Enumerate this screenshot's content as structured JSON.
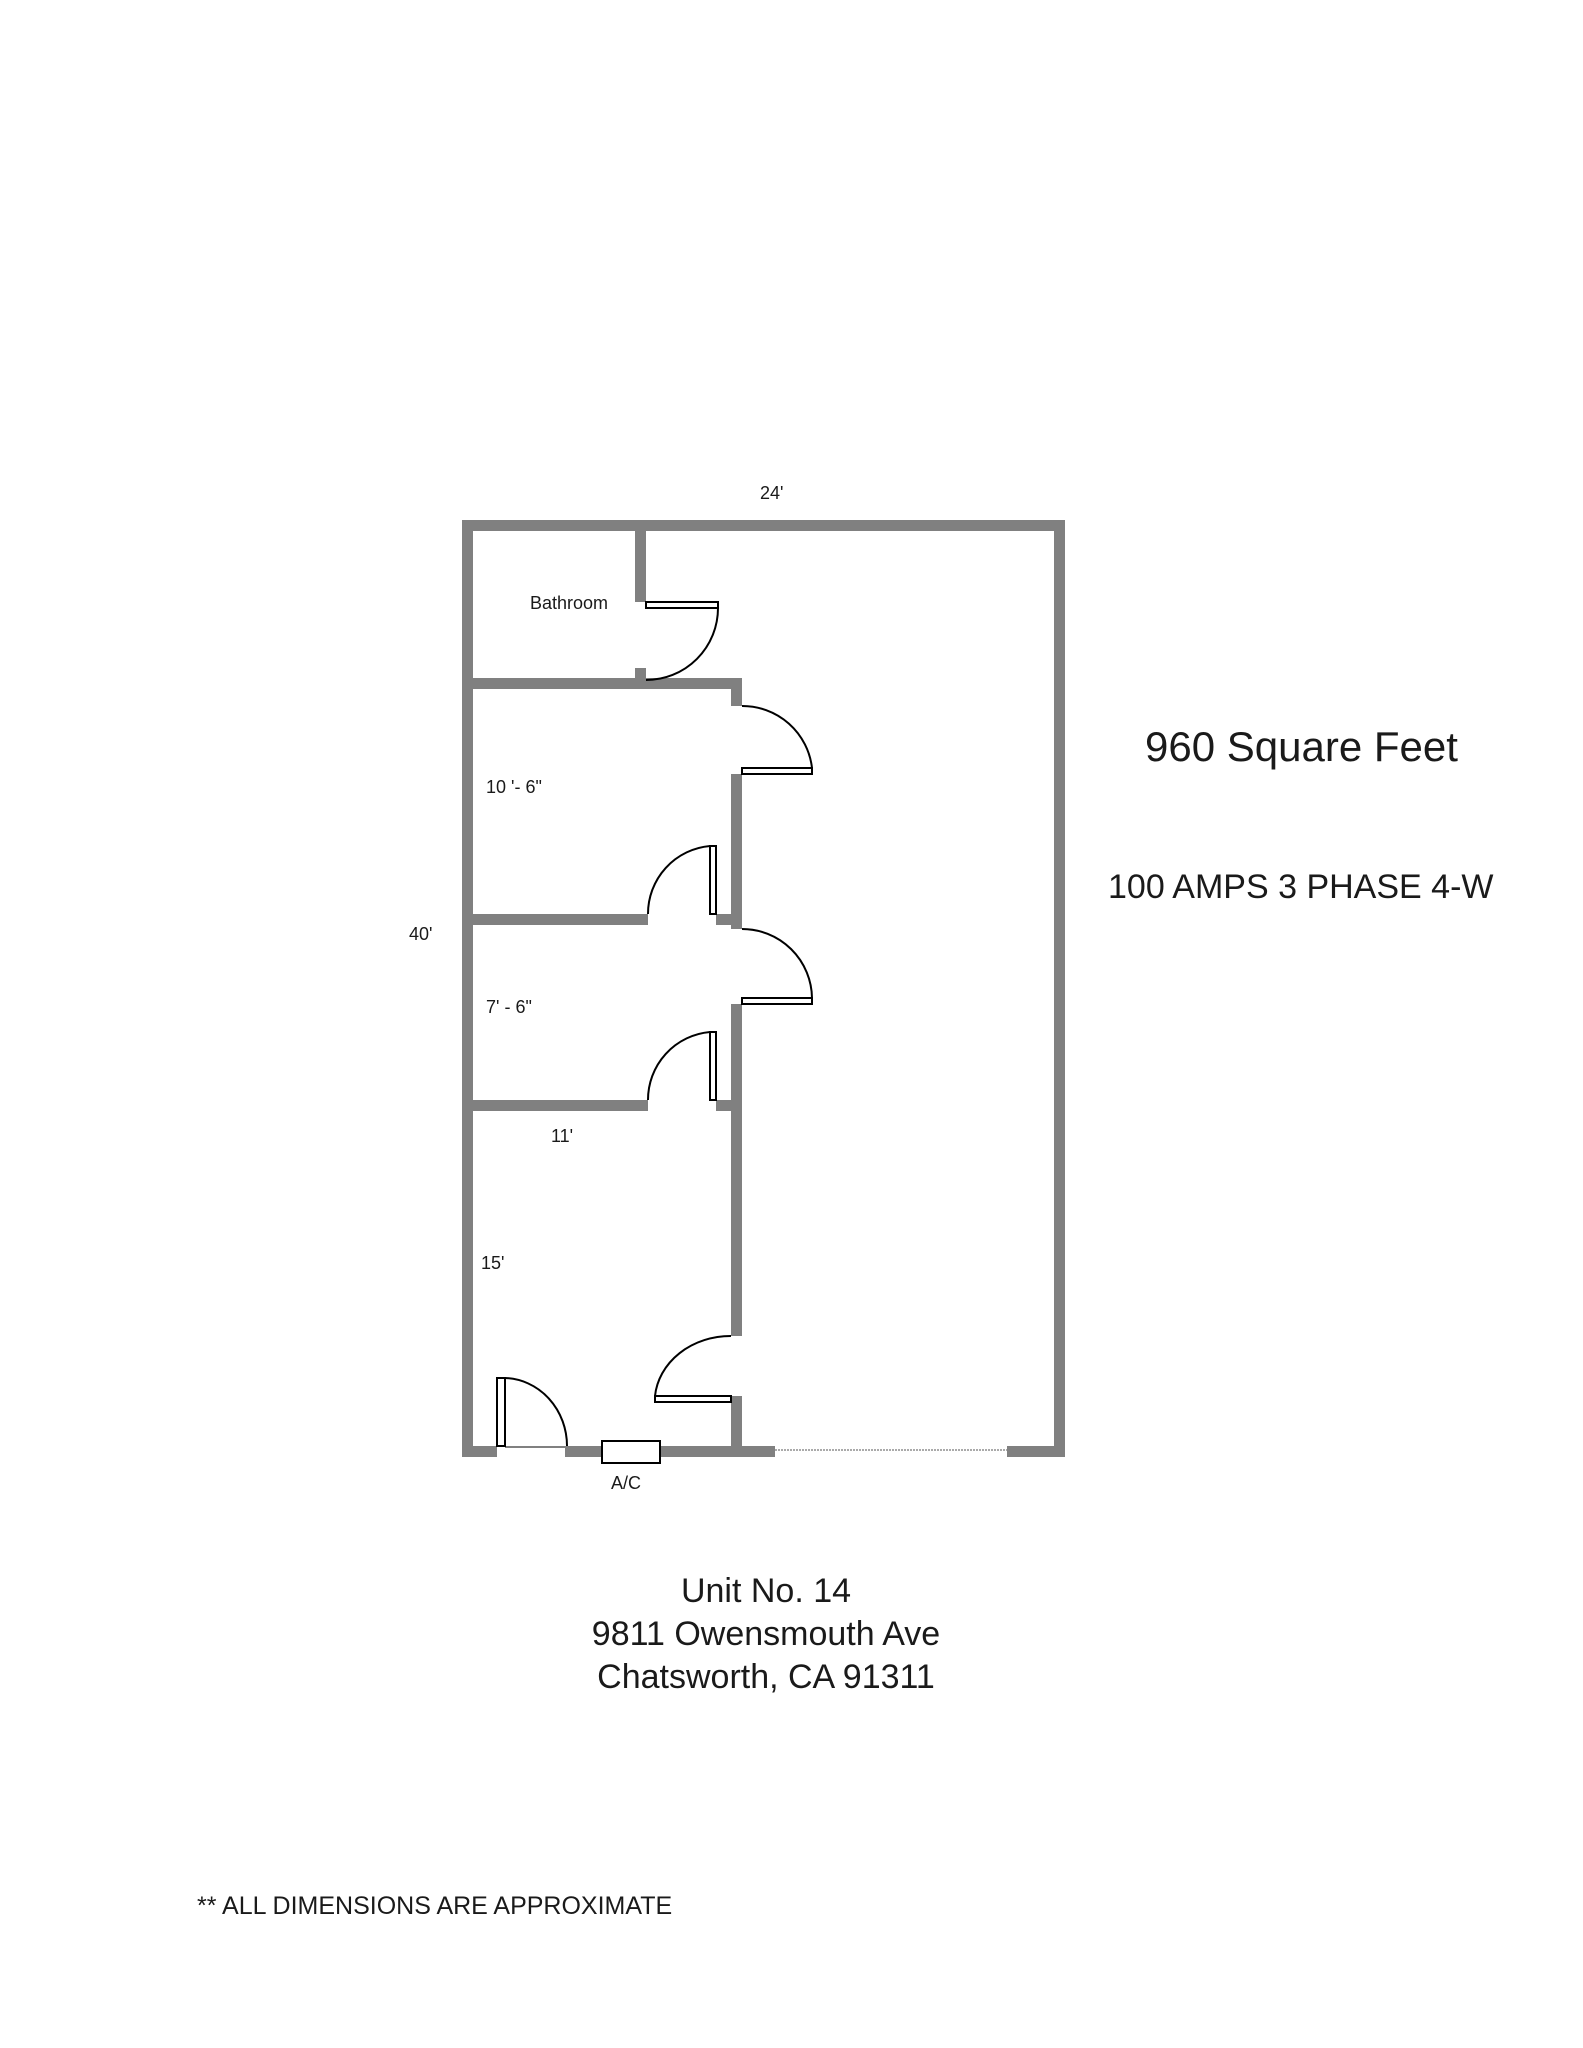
{
  "plan": {
    "width_label": "24'",
    "height_label": "40'",
    "rooms": {
      "bathroom": "Bathroom",
      "office_1": "10 '- 6\"",
      "office_2": "7' - 6\"",
      "office_3_width": "11'",
      "office_3_height": "15'"
    },
    "ac_label": "A/C"
  },
  "info": {
    "area": "960 Square Feet",
    "electrical": "100 AMPS  3 PHASE 4-W"
  },
  "address": {
    "unit": "Unit No. 14",
    "street": "9811 Owensmouth Ave",
    "city": "Chatsworth, CA 91311"
  },
  "footnote": "** ALL DIMENSIONS ARE APPROXIMATE",
  "colors": {
    "wall": "#808080",
    "door_line": "#000000",
    "text": "#1a1a1a"
  }
}
